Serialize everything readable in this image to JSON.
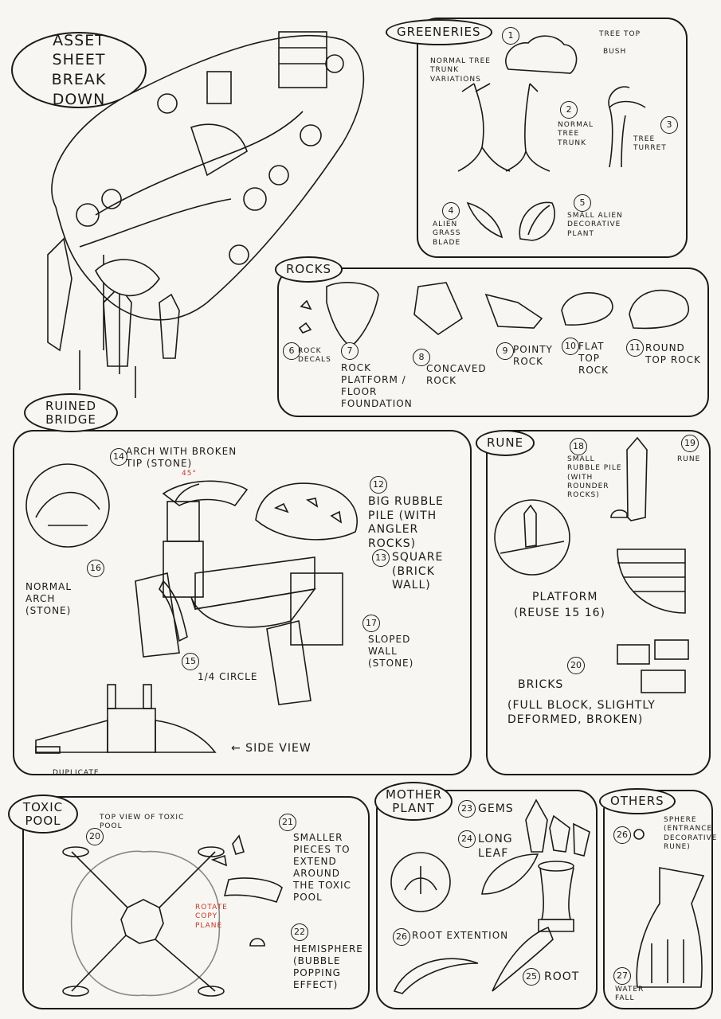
{
  "sheet_title": "ASSET SHEET BREAK DOWN",
  "greeneries": {
    "title": "GREENERIES",
    "tree_top": "TREE TOP",
    "bush": "BUSH",
    "normal_tree_trunk_variations": "NORMAL TREE TRUNK VARIATIONS",
    "normal_tree_trunk": "NORMAL TREE TRUNK",
    "tree_turret": "TREE TURRET",
    "alien_grass_blade": "ALIEN GRASS BLADE",
    "small_alien_plant": "SMALL ALIEN DECORATIVE PLANT",
    "n1": "1",
    "n2": "2",
    "n3": "3",
    "n4": "4",
    "n5": "5"
  },
  "rocks": {
    "title": "ROCKS",
    "rock_decals": "ROCK DECALS",
    "rock_platform": "ROCK PLATFORM / FLOOR FOUNDATION",
    "concaved_rock": "CONCAVED ROCK",
    "pointy_rock": "POINTY ROCK",
    "flat_top_rock": "FLAT TOP ROCK",
    "round_top_rock": "ROUND TOP ROCK",
    "n6": "6",
    "n7": "7",
    "n8": "8",
    "n9": "9",
    "n10": "10",
    "n11": "11"
  },
  "bridge": {
    "title": "RUINED BRIDGE",
    "arch_broken_tip": "ARCH WITH BROKEN TIP (STONE)",
    "big_rubble_pile": "BIG RUBBLE PILE (WITH ANGLER ROCKS)",
    "square_brick_wall": "SQUARE (BRICK WALL)",
    "normal_arch": "NORMAL ARCH (STONE)",
    "quarter_circle": "1/4 CIRCLE",
    "sloped_wall": "SLOPED WALL (STONE)",
    "side_view": "← SIDE VIEW",
    "duplicate": "DUPLICATE",
    "angle": "45°",
    "n12": "12",
    "n13": "13",
    "n14": "14",
    "n15": "15",
    "n16": "16",
    "n17": "17"
  },
  "rune": {
    "title": "RUNE",
    "small_rubble_pile": "SMALL RUBBLE PILE (WITH ROUNDER ROCKS)",
    "rune": "RUNE",
    "platform": "PLATFORM",
    "reuse": "(REUSE 15 16)",
    "bricks": "BRICKS",
    "bricks_note": "(FULL BLOCK, SLIGHTLY DEFORMED, BROKEN)",
    "n18": "18",
    "n19": "19",
    "n20": "20"
  },
  "toxic_pool": {
    "title": "TOXIC POOL",
    "top_view": "TOP VIEW OF TOXIC POOL",
    "rotate_copy": "ROTATE COPY PLANE",
    "smaller_pieces": "SMALLER PIECES TO EXTEND AROUND THE TOXIC POOL",
    "hemisphere": "HEMISPHERE (BUBBLE POPPING EFFECT)",
    "n20": "20",
    "n21": "21",
    "n22": "22"
  },
  "mother_plant": {
    "title": "MOTHER PLANT",
    "gems": "GEMS",
    "long_leaf": "LONG LEAF",
    "root_extention": "ROOT EXTENTION",
    "root": "ROOT",
    "n23": "23",
    "n24": "24",
    "n25": "25",
    "n26": "26"
  },
  "others": {
    "title": "OTHERS",
    "sphere": "SPHERE (ENTRANCE DECORATIVE RUNE)",
    "water_fall": "WATER FALL",
    "n26": "26",
    "n27": "27"
  }
}
